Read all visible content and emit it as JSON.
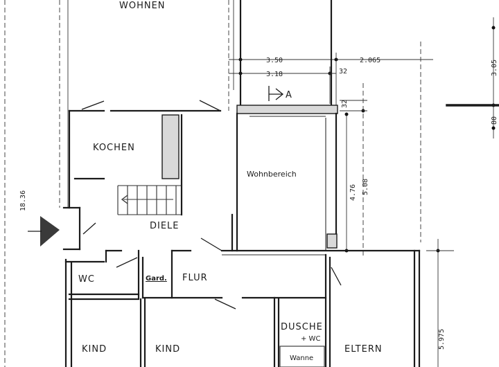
{
  "rooms": {
    "wohnen": "WOHNEN",
    "kochen": "KOCHEN",
    "wohnbereich": "Wohnbereich",
    "diele": "DIELE",
    "wc": "WC",
    "gard": "Gard.",
    "flur": "FLUR",
    "dusche": "DUSCHE",
    "dusche_wc": "+ WC",
    "wanne": "Wanne",
    "kind_1": "KIND",
    "kind_2": "KIND",
    "eltern": "ELTERN"
  },
  "dimensions": {
    "d_350": "3.50",
    "d_318": "3.18",
    "d_2065": "2.065",
    "d_32a": "32",
    "d_32b": "32",
    "d_476": "4.76",
    "d_508": "5.08",
    "d_305": "3.05",
    "d_80": "80",
    "d_1836": "18.36",
    "d_5975": "5.975"
  },
  "section_marker": "A"
}
